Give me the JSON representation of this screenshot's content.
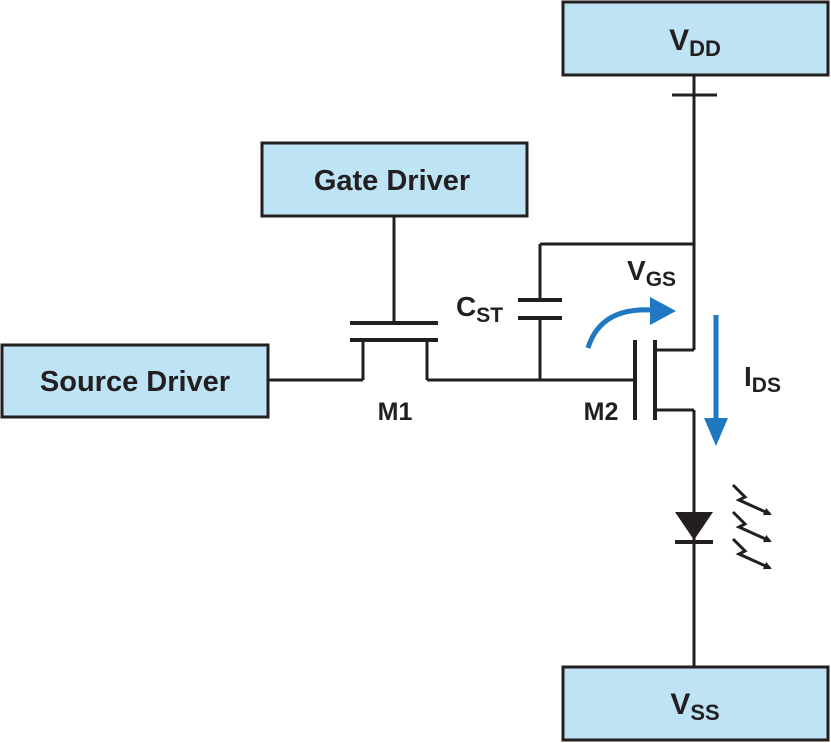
{
  "blocks": {
    "vdd": {
      "main": "V",
      "sub": "DD"
    },
    "gate_driver": "Gate Driver",
    "source_driver": "Source Driver",
    "vss": {
      "main": "V",
      "sub": "SS"
    }
  },
  "labels": {
    "m1": "M1",
    "m2": "M2",
    "cst": {
      "main": "C",
      "sub": "ST"
    },
    "vgs": {
      "main": "V",
      "sub": "GS"
    },
    "ids": {
      "main": "I",
      "sub": "DS"
    }
  },
  "colors": {
    "box_fill": "#bde3f5",
    "line": "#231f20",
    "arrow": "#1f78c1"
  }
}
